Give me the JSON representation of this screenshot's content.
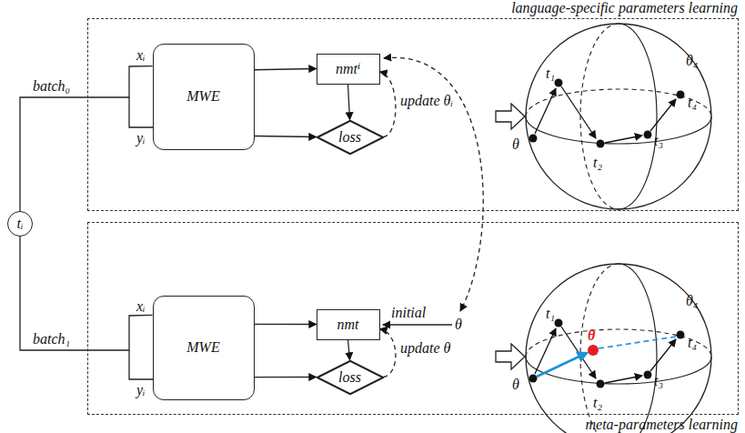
{
  "diagram": {
    "nodes": [
      {
        "text": [
          "language-specific parameters learning"
        ]
      },
      {
        "text": [
          "MWE"
        ],
        "in": 0
      },
      {
        "text": [
          "nmtⁱ"
        ],
        "in": 0
      },
      {
        "text": [
          "loss"
        ],
        "in": 0
      },
      {
        "text": [
          "meta-parameters learning"
        ]
      },
      {
        "text": [
          "MWE"
        ],
        "in": 4
      },
      {
        "text": [
          "nmt"
        ],
        "in": 4
      },
      {
        "text": [
          "loss"
        ],
        "in": 4
      },
      {
        "text": [
          "tᵢ"
        ]
      }
    ],
    "edges": [
      {
        "from": 8,
        "to": 1,
        "arrow": "none",
        "label": "batch₀"
      },
      {
        "from": 1,
        "to": 2,
        "arrow": "to"
      },
      {
        "from": 1,
        "to": 3,
        "arrow": "to"
      },
      {
        "from": 2,
        "to": 3,
        "arrow": "to"
      },
      {
        "from": 3,
        "to": 2,
        "arrow": "to",
        "label": "update θᵢ"
      },
      {
        "from": 8,
        "to": 5,
        "arrow": "none",
        "label": "batch₁"
      },
      {
        "from": 5,
        "to": 6,
        "arrow": "to"
      },
      {
        "from": 5,
        "to": 7,
        "arrow": "to"
      },
      {
        "from": 6,
        "to": 7,
        "arrow": "to"
      },
      {
        "from": 7,
        "to": 6,
        "arrow": "to",
        "label": "update θ"
      }
    ],
    "labels": [
      "xᵢ",
      "yᵢ",
      "θ",
      "t₁",
      "t₂",
      "t₃",
      "t₄",
      "θ₄",
      "xᵢ",
      "yᵢ",
      "initial",
      "θ",
      "θ",
      "t₁",
      "t₂",
      "t₃",
      "t₄",
      "θ₄",
      "θ"
    ]
  }
}
